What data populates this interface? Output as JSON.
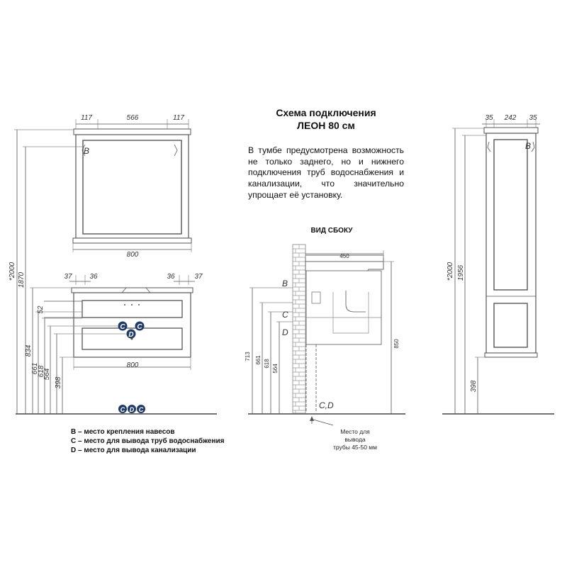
{
  "title": {
    "line1": "Схема подключения",
    "line2": "ЛЕОН 80 см"
  },
  "description": "В тумбе предусмотрена возможность не только заднего, но и нижнего подключения труб водоснабжения и канализации, что значительно упрощает её установку.",
  "side_view_title": "ВИД СБОКУ",
  "mirror": {
    "top_dims": [
      "117",
      "566",
      "117"
    ],
    "width": "800",
    "mount_label": "B"
  },
  "cabinet": {
    "top_dims_left": [
      "37",
      "36"
    ],
    "top_dims_right": [
      "36",
      "37"
    ],
    "width": "800",
    "connection_labels": [
      "C",
      "C",
      "D"
    ],
    "dim_52": "52"
  },
  "height_dims": [
    "*2000",
    "1870",
    "834",
    "661",
    "618",
    "564",
    "398"
  ],
  "bottom_connection_labels": [
    "C",
    "D",
    "C"
  ],
  "side_view": {
    "depth": "450",
    "dims": [
      "713",
      "661",
      "618",
      "564"
    ],
    "dim_850": "850",
    "labels": [
      "B",
      "C",
      "D"
    ],
    "bottom_label": "C,D",
    "note": {
      "line1": "Место для",
      "line2": "вывода",
      "line3": "трубы 45-50 мм"
    }
  },
  "column": {
    "top_dims": [
      "35",
      "242",
      "35"
    ],
    "height_dims": [
      "*2000",
      "1956",
      "398"
    ],
    "mount_label": "B"
  },
  "legend": [
    "В – место крепления навесов",
    "С – место для вывода труб водоснабжения",
    "D – место для вывода канализации"
  ],
  "colors": {
    "connector_fill": "#1f3a66",
    "line": "#555555",
    "brick": "#9a9a9a"
  }
}
